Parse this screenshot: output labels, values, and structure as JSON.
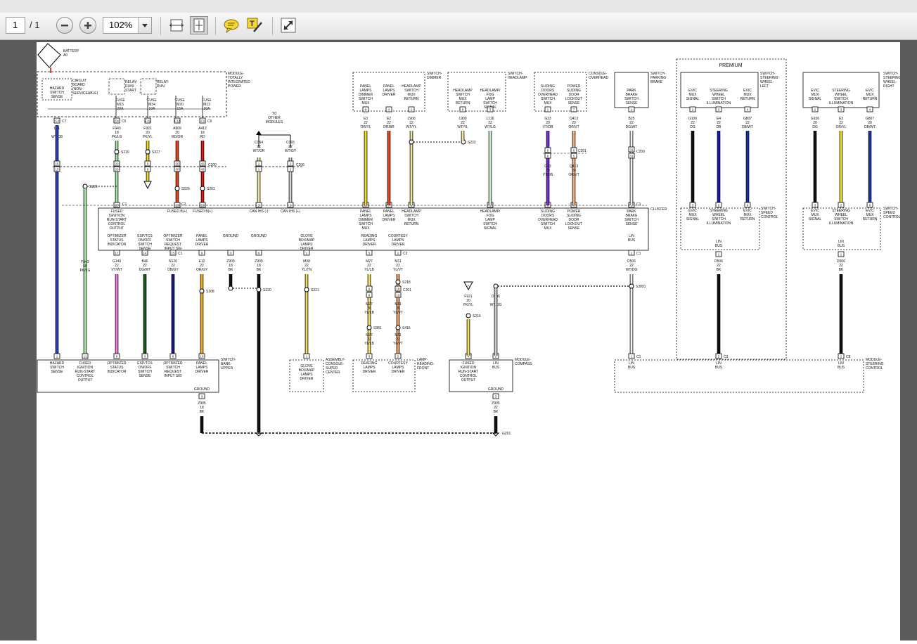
{
  "toolbar": {
    "page_current": "1",
    "page_total": "/ 1",
    "zoom_value": "102%"
  },
  "diagram": {
    "battery": [
      "BATTERY",
      "A0"
    ],
    "module_tipm": [
      "MODULE-",
      "TOTALLY",
      "INTEGRATED",
      "POWER"
    ],
    "circuit_board": [
      "CIRCUIT",
      "BOARD",
      "(NON-",
      "SERVICEABLE)"
    ],
    "hazard_switch": [
      "HAZARD",
      "SWITCH",
      "SENSE"
    ],
    "relay_run_start": [
      "RELAY-",
      "RUN/",
      "START"
    ],
    "relay_run": [
      "RELAY-",
      "RUN"
    ],
    "fuses": [
      {
        "name": "FUSE",
        "id": "M15",
        "amp": "20A"
      },
      {
        "name": "FUSE",
        "id": "M34",
        "amp": "10A"
      },
      {
        "name": "FUSE",
        "id": "M20",
        "amp": "15A"
      },
      {
        "name": "FUSE",
        "id": "M13",
        "amp": "20A"
      }
    ],
    "tipm_pins": [
      "C4",
      "C7",
      "E4",
      "C5",
      "F19",
      "F12",
      "F3",
      "C6"
    ],
    "tipm_wires": [
      [
        "L61",
        "22",
        "WT/DB"
      ],
      [
        "F943",
        "18",
        "PK/LG"
      ],
      [
        "F921",
        "20",
        "PK/YL"
      ],
      [
        "A909",
        "20",
        "RD/OR"
      ],
      [
        "A412",
        "18",
        "RD"
      ]
    ],
    "other_modules": [
      "TO",
      "OTHER",
      "MODULES"
    ],
    "can_wires": [
      [
        "C064",
        "22",
        "WT/OR"
      ],
      [
        "C065",
        "22",
        "WT/GY"
      ]
    ],
    "splices": [
      "S219",
      "S327",
      "S225",
      "S226",
      "S201",
      "S222",
      "S208",
      "S220",
      "S221",
      "S218",
      "S381",
      "S415",
      "S215",
      "S3091"
    ],
    "connectors": [
      "C200",
      "C206",
      "C201",
      "C1",
      "C2",
      "C3",
      "C8",
      "G201"
    ],
    "switch_dimmer": [
      "SWITCH-",
      "DIMMER"
    ],
    "switch_dimmer_pins": [
      [
        "PANEL",
        "LAMPS",
        "DIMMER",
        "SWITCH",
        "MUX"
      ],
      [
        "PANEL",
        "LAMPS",
        "DRIVER"
      ],
      [
        "HEADLAMP",
        "SWITCH",
        "MUX",
        "RETURN"
      ]
    ],
    "dimmer_wires": [
      [
        "E3",
        "22",
        "OR/YL"
      ],
      [
        "E2",
        "22",
        "DR/BR"
      ],
      [
        "L900",
        "22",
        "WT/YL"
      ]
    ],
    "switch_headlamp": [
      "SWITCH-",
      "HEADLAMP"
    ],
    "headlamp_pins": [
      [
        "HEADLAMP",
        "SWITCH",
        "MUX",
        "RETURN"
      ],
      [
        "HEADLAMP/",
        "FOG",
        "LAMP",
        "SWITCH",
        "SIGNAL"
      ]
    ],
    "headlamp_wires": [
      [
        "L900",
        "22",
        "WT/YL"
      ],
      [
        "L116",
        "22",
        "WT/LG"
      ]
    ],
    "console_overhead": [
      "CONSOLE-",
      "OVERHEAD"
    ],
    "overhead_pins": [
      [
        "SLIDING",
        "DOORS",
        "OVERHEAD",
        "SWITCH",
        "MUX"
      ],
      [
        "POWER",
        "SLIDING",
        "DOOR",
        "LOCKOUT",
        "SENSE"
      ]
    ],
    "overhead_wires": [
      [
        "G23",
        "20",
        "VT/DB"
      ],
      [
        "Q413",
        "20",
        "OR/VT"
      ]
    ],
    "switch_parking": [
      "SWITCH-",
      "PARKING",
      "BRAKE"
    ],
    "parking_pin": [
      "PARK",
      "BRAKE",
      "SWITCH",
      "SENSE"
    ],
    "parking_wire": [
      "B25",
      "22",
      "DG/WT"
    ],
    "premium": "PREMIUM",
    "steering_left": [
      "SWITCH-",
      "STEERING",
      "WHEEL-",
      "LEFT"
    ],
    "steering_right": [
      "SWITCH-",
      "STEERING",
      "WHEEL-",
      "RIGHT"
    ],
    "steering_pins": [
      [
        "EVIC",
        "MUX",
        "SIGNAL"
      ],
      [
        "STEERING",
        "WHEEL",
        "SWITCH",
        "ILLUMINATION"
      ],
      [
        "EVIC",
        "MUX",
        "RETURN"
      ]
    ],
    "steering_wires": [
      [
        "G106",
        "22",
        "DG"
      ],
      [
        "E4",
        "22",
        "DB"
      ],
      [
        "G807",
        "22",
        "DB/WT"
      ]
    ],
    "steering_wires_right": [
      [
        "G106",
        "20",
        "DG"
      ],
      [
        "E3",
        "22",
        "OR/YL"
      ],
      [
        "G807",
        "20",
        "DB/WT"
      ]
    ],
    "switch_speed": [
      "SWITCH-",
      "SPEED",
      "CONTROL"
    ],
    "lin_bus": [
      "LIN",
      "BUS"
    ],
    "lin_wire": [
      "D506",
      "22",
      "BK"
    ],
    "cluster": "CLUSTER",
    "cluster_top_pins": [
      [
        "FUSED",
        "IGNITION",
        "RUN-START",
        "CONTROL",
        "OUTPUT"
      ],
      [
        "FUSED B(+)"
      ],
      [
        "FUSED B(+)"
      ],
      [
        "CAN IHS (-)"
      ],
      [
        "CAN IHS (+)"
      ],
      [
        "PANEL",
        "LAMPS",
        "DIMMER",
        "SWITCH",
        "MUX"
      ],
      [
        "PANEL",
        "LAMPS",
        "DRIVER"
      ],
      [
        "HEADLAMP",
        "SWITCH",
        "MUX",
        "RETURN"
      ],
      [
        "HEADLAMP/",
        "FOG",
        "LAMP",
        "SWITCH",
        "SIGNAL"
      ],
      [
        "SLIDING",
        "DOORS",
        "OVERHEAD",
        "SWITCH",
        "MUX"
      ],
      [
        "POWER",
        "SLIDING",
        "DOOR",
        "LOCKOUT",
        "SENSE"
      ],
      [
        "PARK",
        "BRAKE",
        "SWITCH",
        "SENSE"
      ]
    ],
    "cluster_bottom_pins": [
      [
        "OPTIMIZER",
        "STATUS",
        "INDICATOR"
      ],
      [
        "ESP/TCS",
        "ON/OFF",
        "SWITCH",
        "SENSE"
      ],
      [
        "OPTIMIZER",
        "SWITCH",
        "REQUEST",
        "INPUT SIG"
      ],
      [
        "PANEL",
        "LAMPS",
        "DRIVER"
      ],
      [
        "GROUND"
      ],
      [
        "GROUND"
      ],
      [
        "GLOVE",
        "BOX/MAP",
        "LAMPS",
        "DRIVER"
      ],
      [
        "READING",
        "LAMPS",
        "DRIVER"
      ],
      [
        "COURTESY",
        "LAMPS",
        "DRIVER"
      ],
      [
        "LIN",
        "BUS"
      ]
    ],
    "cluster_wires": [
      [
        "F943",
        "18",
        "PK/LG"
      ],
      [
        "G140",
        "22",
        "VT/WT"
      ],
      [
        "B46",
        "22",
        "DG/WT"
      ],
      [
        "N120",
        "22",
        "DB/GY"
      ],
      [
        "E12",
        "22",
        "OR/GY"
      ],
      [
        "Z905",
        "18",
        "BK"
      ],
      [
        "Z905",
        "18",
        "BK"
      ],
      [
        "M38",
        "22",
        "YL/TN"
      ],
      [
        "M27",
        "22",
        "YL/LB"
      ],
      [
        "M11",
        "22",
        "YL/VT"
      ],
      [
        "D506",
        "22",
        "WT/DG"
      ]
    ],
    "reading_wires": [
      [
        "M27",
        "20",
        "YL/LB"
      ],
      [
        "M11",
        "20",
        "YL/VT"
      ],
      [
        "M27",
        "22",
        "YL/LB"
      ],
      [
        "M11",
        "22",
        "YL/VT"
      ]
    ],
    "bank_upper": [
      "SWITCH-",
      "BANK-",
      "UPPER"
    ],
    "bank_pins": [
      [
        "HAZARD",
        "SWITCH",
        "SENSE"
      ],
      [
        "FUSED",
        "IGNITION",
        "RUN-START",
        "CONTROL",
        "OUTPUT"
      ],
      [
        "OPTIMIZER",
        "STATUS",
        "INDICATOR"
      ],
      [
        "ESP/TCS",
        "ON/OFF",
        "SWITCH",
        "SENSE"
      ],
      [
        "OPTIMIZER",
        "SWITCH",
        "REQUEST",
        "INPUT SIG"
      ],
      [
        "PANEL",
        "LAMPS",
        "DRIVER"
      ],
      [
        "GROUND"
      ]
    ],
    "assembly_console": [
      "ASSEMBLY-",
      "CONSOLE-",
      "SUPER",
      "CENTER"
    ],
    "glove_pin": [
      "GLOVE",
      "BOX/MAP",
      "LAMPS",
      "DRIVER"
    ],
    "lamp_reading": [
      "LAMP-",
      "READING-",
      "FRONT"
    ],
    "lamp_pins": [
      [
        "READING",
        "LAMPS",
        "DRIVER"
      ],
      [
        "COURTESY",
        "LAMPS",
        "DRIVER"
      ]
    ],
    "module_compass": [
      "MODULE-",
      "COMPASS"
    ],
    "compass_pins": [
      [
        "FUSED",
        "IGNITION",
        "RUN-START",
        "CONTROL",
        "OUTPUT"
      ],
      [
        "LIN",
        "BUS"
      ],
      [
        "GROUND"
      ]
    ],
    "compass_wires": [
      [
        "F921",
        "20",
        "PK/YL"
      ],
      [
        "D506",
        "20",
        "WT/DG"
      ]
    ],
    "module_steering": [
      "MODULE-",
      "STEERING",
      "CONTROL"
    ],
    "ground_wire": [
      "Z905",
      "18",
      "BK"
    ],
    "ground_wire2": [
      "Z905",
      "22",
      "BK"
    ],
    "pins": {
      "tipm": [
        "4",
        "14",
        "F19",
        "F12",
        "F3"
      ],
      "a": [
        "A"
      ]
    }
  }
}
